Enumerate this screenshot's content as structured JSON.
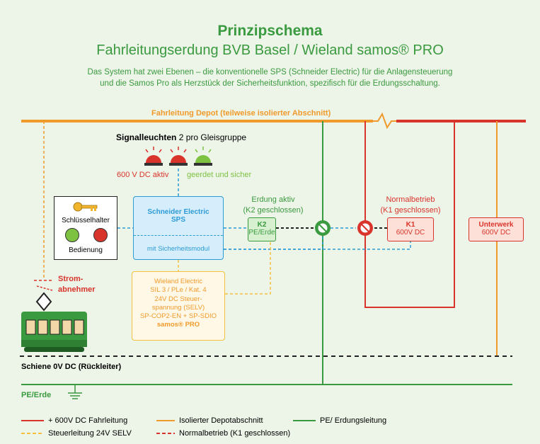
{
  "title": "Prinzipschema",
  "subtitle": "Fahrleitungserdung BVB Basel / Wieland samos® PRO",
  "intro": {
    "line1": "Das System hat zwei Ebenen – die konventionelle SPS (Schneider Electric) für die Anlagensteuerung",
    "line2": "und die Samos Pro als Herzstück der Sicherheitsfunktion, spezifisch für die Erdungsschaltung."
  },
  "depot_line_label": "Fahrleitung Depot (teilweise isolierter Abschnitt)",
  "signal": {
    "title_bold": "Signalleuchten",
    "title_rest": " 2 pro Gleisgruppe",
    "red_label": "600 V DC aktiv",
    "green_label": "geerdet und sicher"
  },
  "key_panel": {
    "label1": "Schlüsselhalter",
    "label2": "Bedienung"
  },
  "sps": {
    "name1": "Schneider Electric",
    "name2": "SPS",
    "module": "mit Sicherheitsmodul"
  },
  "wieland": {
    "l1": "Wieland Electric",
    "l2": "SIL 3 / PLe / Kat. 4",
    "l3": "24V DC Steuer-",
    "l4": "spannung (SELV)",
    "l5": "SP-COP2-EN + SP-SDIO",
    "l6": "samos® PRO"
  },
  "k2": {
    "caption1": "Erdung aktiv",
    "caption2": "(K2 geschlossen)",
    "title": "K2",
    "sub": "PE/Erde"
  },
  "k1": {
    "caption1": "Normalbetrieb",
    "caption2": "(K1 geschlossen)",
    "title": "K1",
    "sub": "600V DC"
  },
  "unterwerk": {
    "title": "Unterwerk",
    "sub": "600V DC"
  },
  "strom": {
    "l1": "Strom-",
    "l2": "abnehmer"
  },
  "schiene_label": "Schiene 0V DC (Rückleiter)",
  "pe_label": "PE/Erde",
  "legend": [
    {
      "label": "+ 600V DC Fahrleitung",
      "color": "#d9342b",
      "style": "solid"
    },
    {
      "label": "Isolierter Depotabschnitt",
      "color": "#ef9a2b",
      "style": "solid"
    },
    {
      "label": "PE/ Erdungsleitung",
      "color": "#3a9a3f",
      "style": "solid"
    },
    {
      "label": "Steuerleitung 24V SELV",
      "color": "#f5c040",
      "style": "dashed"
    },
    {
      "label": "Normalbetrieb (K1 geschlossen)",
      "color": "#d9342b",
      "style": "dashed"
    }
  ],
  "colors": {
    "green": "#3a9a3f",
    "red": "#d9342b",
    "orange": "#ef9a2b",
    "blue_dash": "#2c9bd6",
    "yellow_dash": "#f5c040",
    "background": "#edf4e8"
  }
}
